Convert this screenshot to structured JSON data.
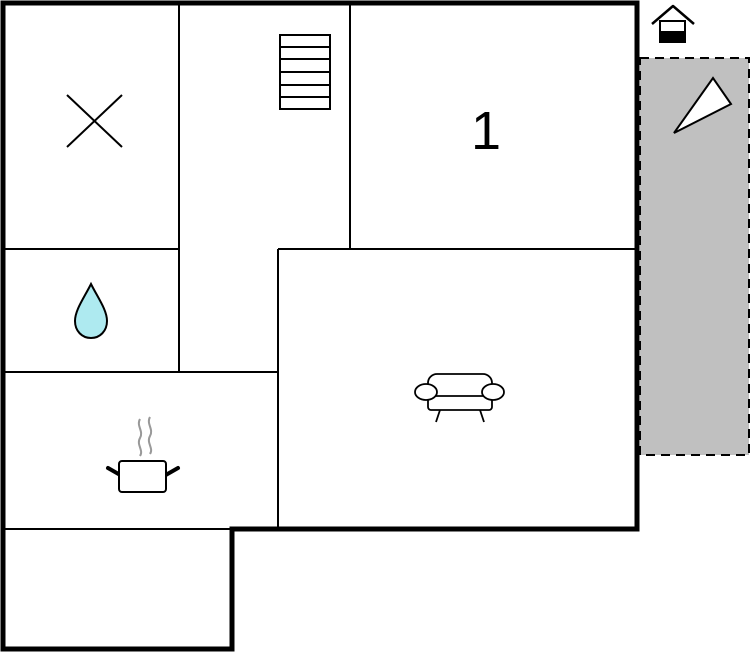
{
  "floorplan": {
    "rooms": {
      "bedroom_1": {
        "number": "1",
        "icon": "bed-number"
      },
      "toilet": {
        "icon": "wc-cross-icon"
      },
      "bathroom": {
        "icon": "water-drop-icon"
      },
      "kitchen": {
        "icon": "cooking-pot-icon"
      },
      "living_room": {
        "icon": "sofa-icon"
      },
      "hall": {
        "icon": "staircase-icon"
      },
      "storage": {
        "icon": ""
      },
      "terrace": {
        "icon": "sun-umbrella-icon",
        "style": "dashed-outdoor"
      }
    },
    "legend": {
      "icon": "house-entrance-icon"
    },
    "colors": {
      "walls": "#000000",
      "terrace_fill": "#c0c0c0",
      "water": "#aeeaf0",
      "steam": "#999999",
      "background": "#ffffff"
    }
  }
}
